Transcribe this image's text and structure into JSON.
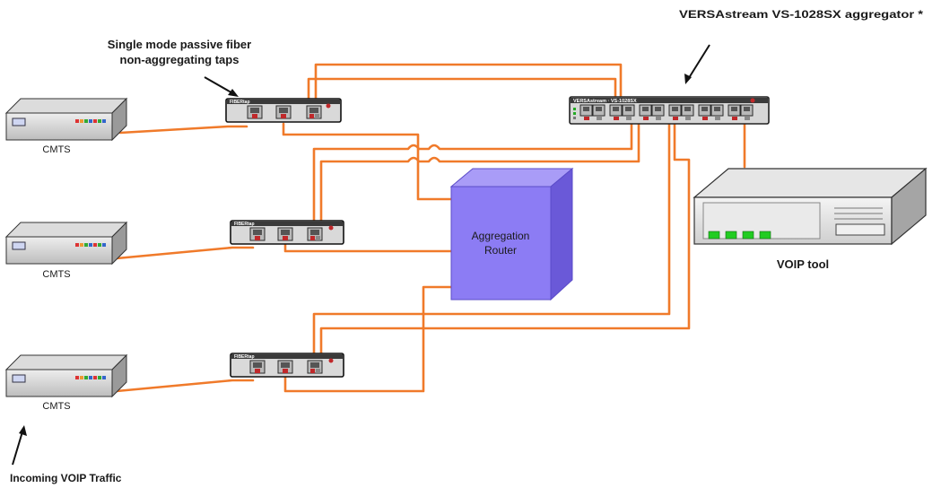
{
  "labels": {
    "taps_line1": "Single mode passive fiber",
    "taps_line2": "non-aggregating taps",
    "aggregator_line1": "VERSAstream VS-1028SX aggregator *",
    "cmts_1": "CMTS",
    "cmts_2": "CMTS",
    "cmts_3": "CMTS",
    "router_line1": "Aggregation",
    "router_line2": "Router",
    "voip_tool": "VOIP  tool",
    "incoming": "Incoming VOIP Traffic",
    "tap_brand_1": "FIBERtap",
    "tap_brand_2": "FIBERtap",
    "tap_brand_3": "FIBERtap",
    "aggregator_brand": "VERSAstream · VS-1028SX"
  },
  "colors": {
    "fiber": "#f07a2a",
    "router_front": "#8c7cf4",
    "router_top": "#a99cf7",
    "router_side": "#6a59d8",
    "voip_led": "#22cc22",
    "tap_red": "#c0282a"
  },
  "icons": [
    "arrow-icon",
    "cmts-device-icon",
    "fiber-tap-icon",
    "aggregator-device-icon",
    "router-cube-icon",
    "voip-tool-icon"
  ]
}
